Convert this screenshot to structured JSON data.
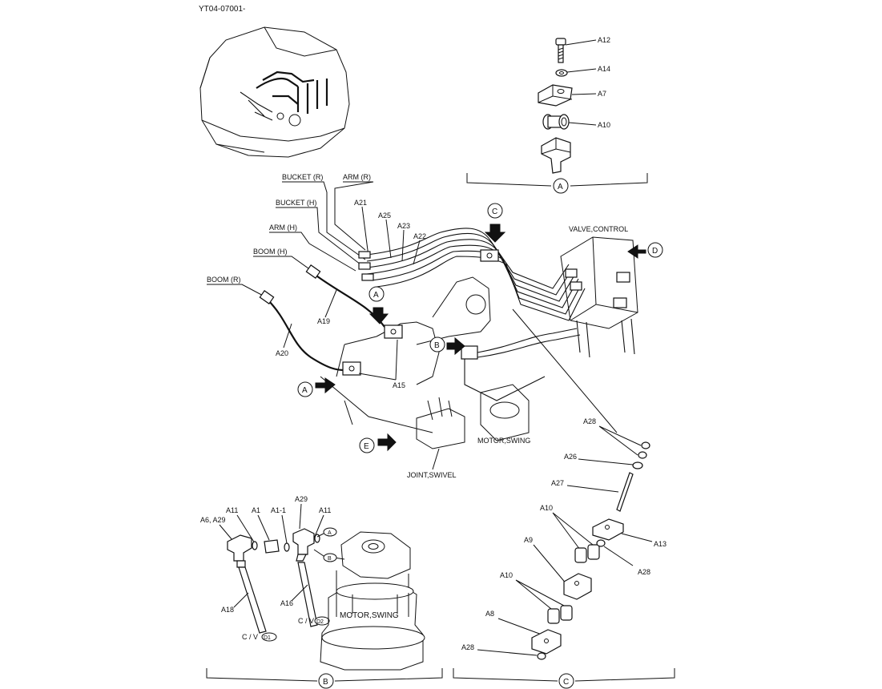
{
  "header": {
    "doc_code": "YT04-07001-"
  },
  "view_markers": {
    "a": "A",
    "b": "B",
    "c": "C",
    "d": "D",
    "e": "E"
  },
  "cv_tags": {
    "d1": "D1",
    "d2": "D2"
  },
  "hose_labels": {
    "bucket_r": "BUCKET (R)",
    "arm_r": "ARM (R)",
    "bucket_h": "BUCKET (H)",
    "arm_h": "ARM (H)",
    "boom_h": "BOOM (H)",
    "boom_r": "BOOM (R)"
  },
  "component_labels": {
    "valve_control": "VALVE,CONTROL",
    "motor_swing": "MOTOR,SWING",
    "joint_swivel": "JOINT,SWIVEL",
    "cv": "C / V"
  },
  "detail_a_parts": {
    "a12": "A12",
    "a14": "A14",
    "a7": "A7",
    "a10": "A10"
  },
  "main_parts": {
    "a21": "A21",
    "a25": "A25",
    "a23": "A23",
    "a22": "A22",
    "a19": "A19",
    "a20": "A20",
    "a15": "A15"
  },
  "detail_b_parts": {
    "a6_a29": "A6, A29",
    "a11_left": "A11",
    "a1": "A1",
    "a1_1": "A1-1",
    "a29": "A29",
    "a11_right": "A11",
    "a18": "A18",
    "a16": "A16"
  },
  "detail_c_parts": {
    "a28_top": "A28",
    "a26": "A26",
    "a27": "A27",
    "a10_top": "A10",
    "a13": "A13",
    "a9": "A9",
    "a28_mid": "A28",
    "a10_mid": "A10",
    "a8": "A8",
    "a28_bottom": "A28"
  }
}
